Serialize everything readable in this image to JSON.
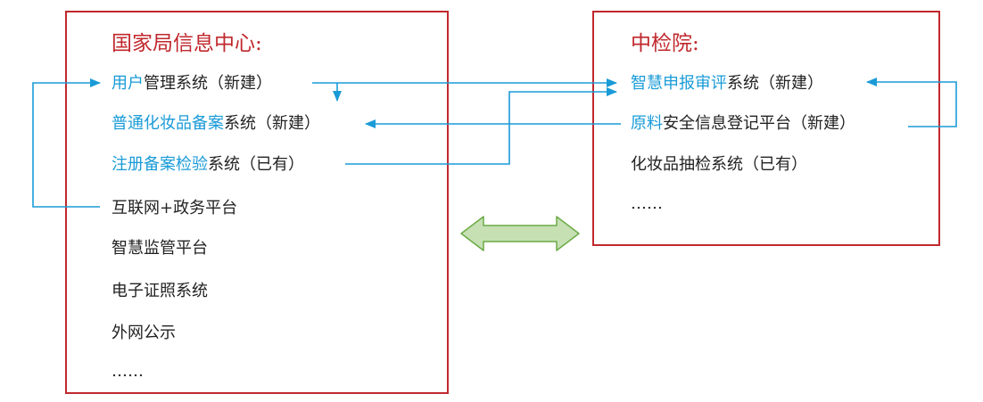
{
  "colors": {
    "box_border": "#c0282d",
    "title": "#c0282d",
    "highlight": "#1a9bd7",
    "text": "#222222",
    "connector": "#1a9bd7",
    "double_arrow_fill": "#c6e0b4",
    "double_arrow_stroke": "#6aaa45"
  },
  "left_box": {
    "title": "国家局信息中心:",
    "items": [
      {
        "hl": "用户",
        "rest": "管理系统（新建）"
      },
      {
        "hl": "普通化妆品备案",
        "rest": "系统（新建）"
      },
      {
        "hl": "注册备案检验",
        "rest": "系统（已有）"
      },
      {
        "hl": "",
        "rest": "互联网+政务平台"
      },
      {
        "hl": "",
        "rest": "智慧监管平台"
      },
      {
        "hl": "",
        "rest": "电子证照系统"
      },
      {
        "hl": "",
        "rest": "外网公示"
      },
      {
        "hl": "",
        "rest": "……"
      }
    ]
  },
  "right_box": {
    "title": "中检院:",
    "items": [
      {
        "hl": "智慧申报审评",
        "rest": "系统（新建）"
      },
      {
        "hl": "原料",
        "rest": "安全信息登记平台（新建）"
      },
      {
        "hl": "",
        "rest": "化妆品抽检系统（已有）"
      },
      {
        "hl": "",
        "rest": "……"
      }
    ]
  },
  "icons": {
    "double_arrow": "double-headed-arrow-icon",
    "connector_arrowhead": "arrowhead-icon"
  }
}
